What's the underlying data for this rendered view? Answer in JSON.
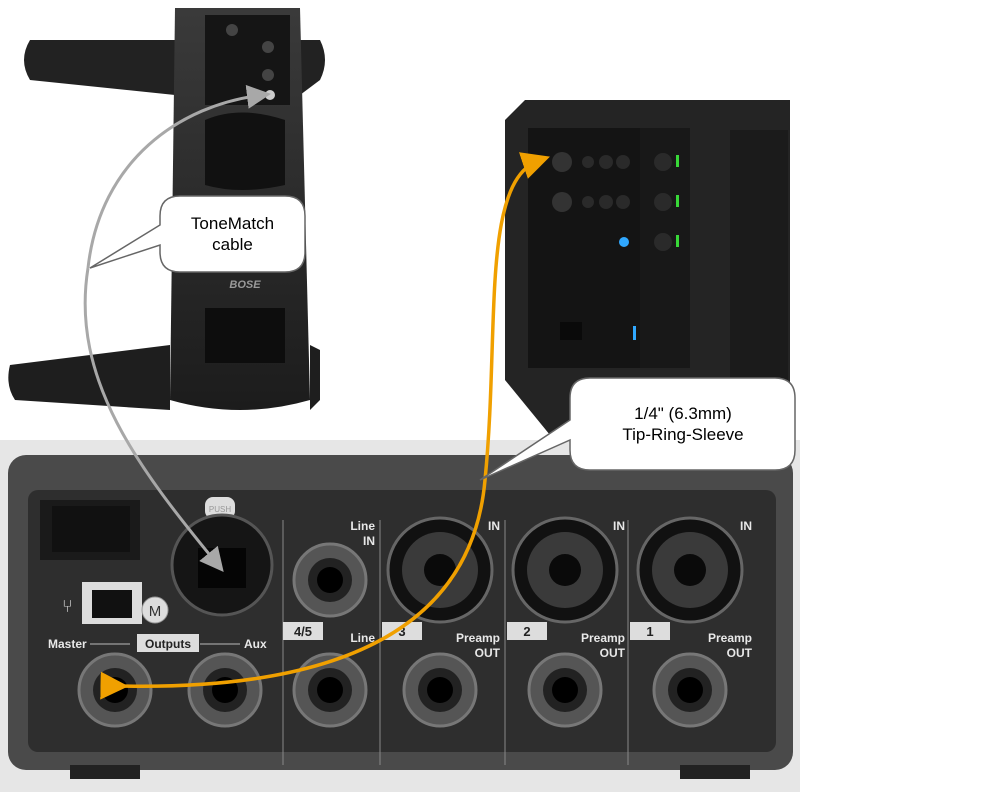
{
  "callouts": {
    "tonematch": {
      "line1": "ToneMatch",
      "line2": "cable"
    },
    "trs": {
      "line1": "1/4\" (6.3mm)",
      "line2": "Tip-Ring-Sleeve"
    }
  },
  "stand": {
    "logo": "BOSE"
  },
  "mixer": {
    "outputs_label": "Outputs",
    "master_label": "Master",
    "aux_label": "Aux",
    "channel_45": "4/5",
    "channel_3": "3",
    "channel_2": "2",
    "channel_1": "1",
    "line_in": [
      "Line",
      "IN"
    ],
    "in_label": "IN",
    "preamp_out": [
      "Preamp",
      "OUT"
    ],
    "ethercon_label": "PUSH"
  },
  "colors": {
    "accent_orange": "#f0a000",
    "cable_gray": "#a8a8a8",
    "led_green": "#38d838",
    "led_blue": "#30a8ff"
  }
}
